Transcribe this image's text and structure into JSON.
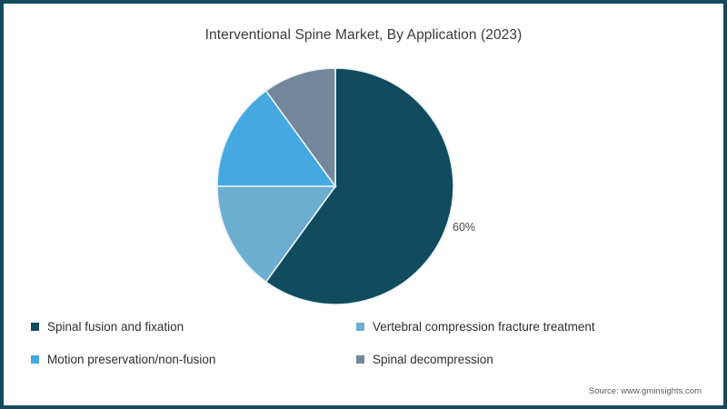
{
  "chart_data": {
    "type": "pie",
    "title": "Interventional Spine Market, By Application (2023)",
    "categories": [
      "Spinal fusion and fixation",
      "Motion preservation/non-fusion",
      "Vertebral compression fracture treatment",
      "Spinal decompression"
    ],
    "values": [
      60,
      15,
      15,
      10
    ],
    "unit": "%",
    "colors": [
      "#104b60",
      "#45a8e0",
      "#6dadd2",
      "#73869b"
    ],
    "annotations": [
      "60%"
    ],
    "legend_position": "bottom",
    "slice_separator_color": "#e8f4f9",
    "xlabel": "",
    "ylabel": "",
    "grid": false
  },
  "figure": {
    "border_color": "#12495e",
    "background": "#ffffff"
  },
  "title": {
    "text": "Interventional Spine Market, By Application (2023)"
  },
  "slices": [
    {
      "name": "spinal-fusion-and-fixation",
      "label": "Spinal fusion and fixation",
      "value": 60,
      "color": "#104b60",
      "start_deg": 0,
      "end_deg": 216
    },
    {
      "name": "motion-preservation-non-fusion",
      "label": "Motion preservation/non-fusion",
      "value": 15,
      "color": "#45a8e0",
      "start_deg": 270,
      "end_deg": 324
    },
    {
      "name": "vertebral-compression-fracture-treatment",
      "label": "Vertebral compression fracture treatment",
      "value": 15,
      "color": "#6dadd2",
      "start_deg": 216,
      "end_deg": 270
    },
    {
      "name": "spinal-decompression",
      "label": "Spinal decompression",
      "value": 10,
      "color": "#73869b",
      "start_deg": 324,
      "end_deg": 360
    }
  ],
  "data_labels": {
    "largest_slice_pct": "60%"
  },
  "legend": {
    "items": [
      {
        "label": "Spinal fusion and fixation",
        "color": "#104b60"
      },
      {
        "label": "Vertebral compression fracture treatment",
        "color": "#6dadd2"
      },
      {
        "label": "Motion preservation/non-fusion",
        "color": "#45a8e0"
      },
      {
        "label": "Spinal decompression",
        "color": "#73869b"
      }
    ]
  },
  "footer": {
    "source": "Source: www.gminsights.com"
  }
}
